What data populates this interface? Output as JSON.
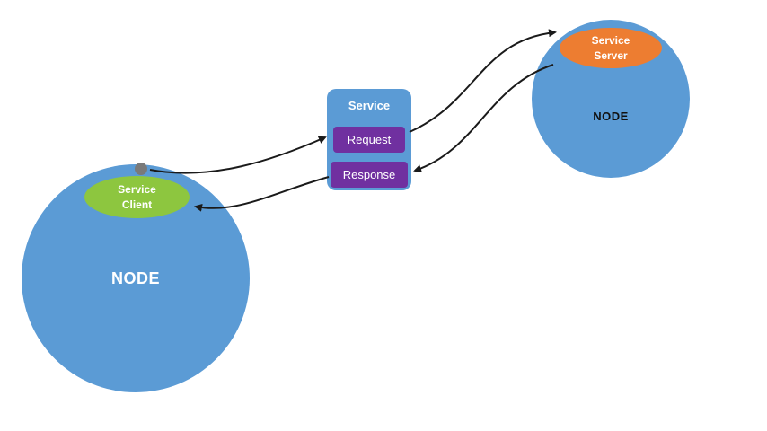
{
  "diagram": {
    "left_node": {
      "label": "NODE"
    },
    "service_client": {
      "line1": "Service",
      "line2": "Client"
    },
    "right_node": {
      "label": "NODE"
    },
    "service_server": {
      "line1": "Service",
      "line2": "Server"
    },
    "service_box": {
      "title": "Service",
      "request": "Request",
      "response": "Response"
    },
    "connections": [
      {
        "from": "service-client",
        "to": "request"
      },
      {
        "from": "request",
        "to": "service-server"
      },
      {
        "from": "service-server",
        "to": "response"
      },
      {
        "from": "response",
        "to": "service-client"
      }
    ],
    "colors": {
      "node_blue": "#5b9bd5",
      "client_green": "#8dc63f",
      "server_orange": "#ed7d31",
      "action_purple": "#7030a0",
      "connector_black": "#1a1a1a",
      "dot_gray": "#7a7a7a"
    }
  }
}
